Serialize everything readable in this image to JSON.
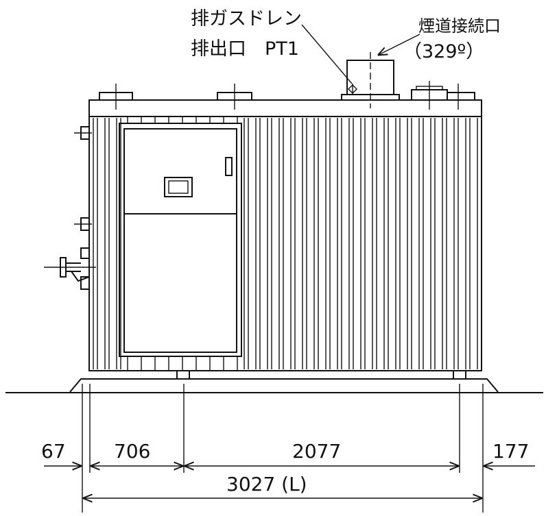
{
  "labels": {
    "drain_line1": "排ガスドレン",
    "drain_line2": "排出口　PT1",
    "flue_line1": "煙道接続口",
    "flue_line2": "（329º）"
  },
  "dimensions": {
    "d_left": "67",
    "d_first": "706",
    "d_middle": "2077",
    "d_right": "177",
    "d_total": "3027 (L)"
  },
  "colors": {
    "ink": "#111111",
    "paper": "#ffffff"
  }
}
